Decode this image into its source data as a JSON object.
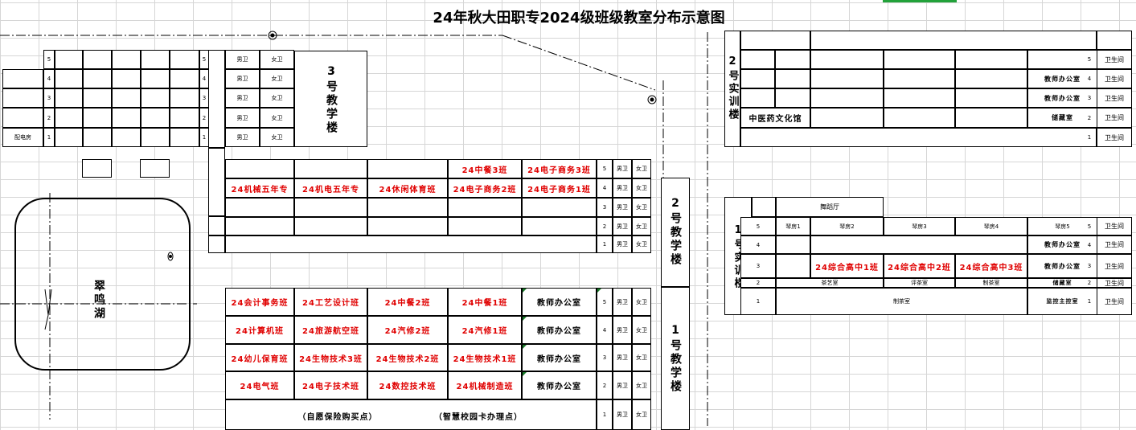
{
  "title": "24年秋大田职专2024级班级教室分布示意图",
  "buildings": {
    "b3": {
      "name": "3号教学楼"
    },
    "b2": {
      "name": "2号教学楼"
    },
    "b1": {
      "name": "1号教学楼"
    },
    "tr2": {
      "name": "2号实训楼"
    },
    "tr1": {
      "name": "1号实训楼"
    },
    "lake": {
      "name": "翠鸣湖"
    },
    "power": "配电房"
  },
  "floors": [
    "5",
    "4",
    "3",
    "2",
    "1"
  ],
  "restrooms": {
    "male": "男卫",
    "female": "女卫",
    "wc": "卫生间"
  },
  "b2_rows": [
    [
      "",
      "",
      "",
      "24中餐3班",
      "24电子商务3班"
    ],
    [
      "24机械五年专",
      "24机电五年专",
      "24休闲体育班",
      "24电子商务2班",
      "24电子商务1班"
    ],
    [
      "",
      "",
      "",
      "",
      ""
    ],
    [
      "",
      "",
      "",
      "",
      ""
    ],
    [
      "",
      "",
      "",
      "",
      ""
    ]
  ],
  "b1_rows": [
    [
      "24会计事务班",
      "24工艺设计班",
      "24中餐2班",
      "24中餐1班",
      "教师办公室"
    ],
    [
      "24计算机班",
      "24旅游航空班",
      "24汽修2班",
      "24汽修1班",
      "教师办公室"
    ],
    [
      "24幼儿保育班",
      "24生物技术3班",
      "24生物技术2班",
      "24生物技术1班",
      "教师办公室"
    ],
    [
      "24电气班",
      "24电子技术班",
      "24数控技术班",
      "24机械制造班",
      "教师办公室"
    ]
  ],
  "b1_ground": {
    "left": "（自愿保险购买点）",
    "right": "（智慧校园卡办理点）"
  },
  "tr2_labels": {
    "museum": "中医药文化馆",
    "office": "教师办公室",
    "storage": "储藏室"
  },
  "tr1_labels": {
    "dance": "舞蹈厅",
    "pianos": [
      "琴房1",
      "琴房2",
      "琴房3",
      "琴房4",
      "琴房5"
    ],
    "office": "教师办公室",
    "classes": [
      "24综合高中1班",
      "24综合高中2班",
      "24综合高中3班"
    ],
    "floor2": [
      "茶艺室",
      "评茶室",
      "制茶室"
    ],
    "storage": "储藏室",
    "tea": "制茶室",
    "supervisor": "监控主控室"
  }
}
